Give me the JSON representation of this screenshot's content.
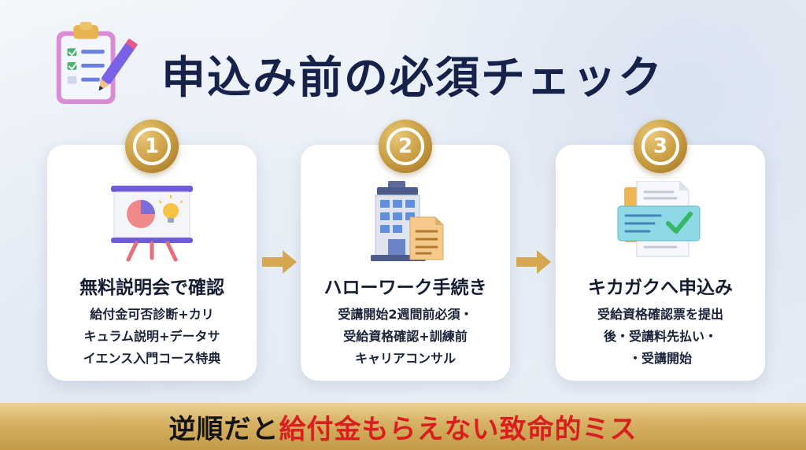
{
  "header": {
    "title": "申込み前の必須チェック",
    "icon": "clipboard-checklist-icon"
  },
  "steps": [
    {
      "number": "1",
      "title": "無料説明会で確認",
      "description_lines": [
        "給付金可否診断+カリ",
        "キュラム説明+データサ",
        "イエンス入門コース特典"
      ],
      "icon": "presentation-board-icon"
    },
    {
      "number": "2",
      "title": "ハローワーク手続き",
      "description_lines": [
        "受講開始2週間前必須・",
        "受給資格確認+訓練前",
        "キャリアコンサル"
      ],
      "icon": "office-building-document-icon"
    },
    {
      "number": "3",
      "title": "キカガクへ申込み",
      "description_lines": [
        "受給資格確認票を提出",
        "後・受講料先払い・",
        "・受講開始"
      ],
      "icon": "application-form-check-icon"
    }
  ],
  "bottom": {
    "text_normal": "逆順だと",
    "text_highlight": "給付金もらえない致命的ミス"
  },
  "colors": {
    "title": "#16224a",
    "gold": "#c79a3e",
    "highlight_red": "#d81e1e",
    "background": "#eef3f9"
  }
}
